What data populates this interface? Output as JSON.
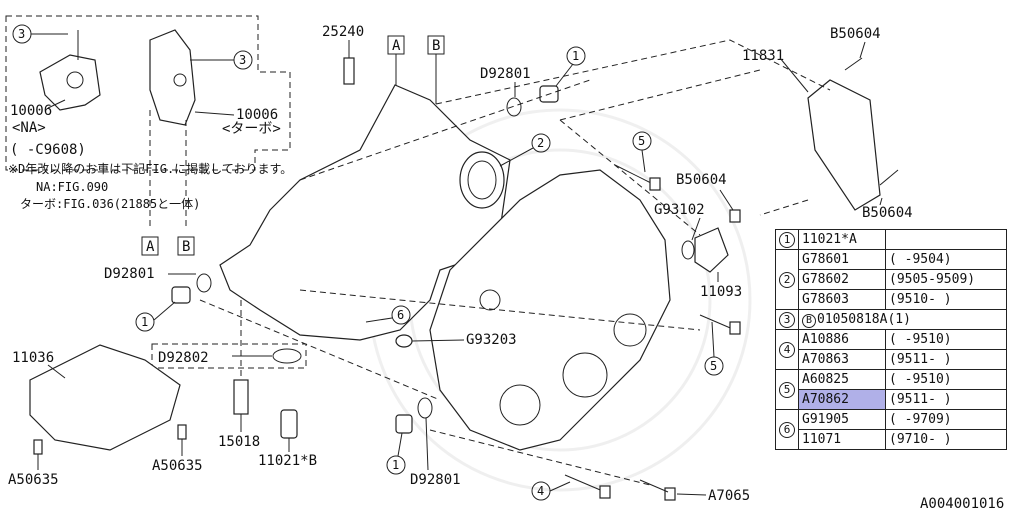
{
  "diagram_code": "A004001016",
  "note": {
    "line1": "※D年改以降のお車は下記FIG.に掲載しております。",
    "line2": "NA:FIG.090",
    "line3": "ターボ:FIG.036(21885と一体)"
  },
  "inset": {
    "label_left": "10006",
    "label_left_sub": "<NA>",
    "label_right": "10006",
    "label_right_sub": "<ターボ>",
    "range": "(    -C9608)",
    "callout_a": "3",
    "callout_b": "3"
  },
  "labels": {
    "p25240": "25240",
    "boxA_top": "A",
    "boxB_top": "B",
    "boxA_bottom": "A",
    "boxB_bottom": "B",
    "d92801_top": "D92801",
    "d92801_left": "D92801",
    "d92801_bottom": "D92801",
    "d92802": "D92802",
    "p11831": "11831",
    "b50604_top": "B50604",
    "b50604_mid": "B50604",
    "b50604_bottom": "B50604",
    "g93102": "G93102",
    "p11093": "11093",
    "g93203": "G93203",
    "p11036": "11036",
    "a50635_left": "A50635",
    "a50635_mid": "A50635",
    "p15018": "15018",
    "p11021b": "11021*B",
    "a7065": "A7065",
    "c1_top": "1",
    "c1_left": "1",
    "c1_bottom": "1",
    "c2": "2",
    "c4": "4",
    "c5_top": "5",
    "c5_mid": "5",
    "c6": "6"
  },
  "table": [
    {
      "idx": "1",
      "rows": [
        {
          "pn": "11021*A",
          "range": ""
        }
      ]
    },
    {
      "idx": "2",
      "rows": [
        {
          "pn": "G78601",
          "range": "(      -9504)"
        },
        {
          "pn": "G78602",
          "range": "(9505-9509)"
        },
        {
          "pn": "G78603",
          "range": "(9510-     )"
        }
      ]
    },
    {
      "idx": "3",
      "rows": [
        {
          "pn": "01050818A(1)",
          "prefix": "B",
          "range": ""
        }
      ]
    },
    {
      "idx": "4",
      "rows": [
        {
          "pn": "A10886",
          "range": "(      -9510)"
        },
        {
          "pn": "A70863",
          "range": "(9511-     )"
        }
      ]
    },
    {
      "idx": "5",
      "rows": [
        {
          "pn": "A60825",
          "range": "(      -9510)"
        },
        {
          "pn": "A70862",
          "range": "(9511-     )",
          "selected": true
        }
      ]
    },
    {
      "idx": "6",
      "rows": [
        {
          "pn": "G91905",
          "range": "(      -9709)"
        },
        {
          "pn": "11071",
          "range": "(9710-     )"
        }
      ]
    }
  ]
}
